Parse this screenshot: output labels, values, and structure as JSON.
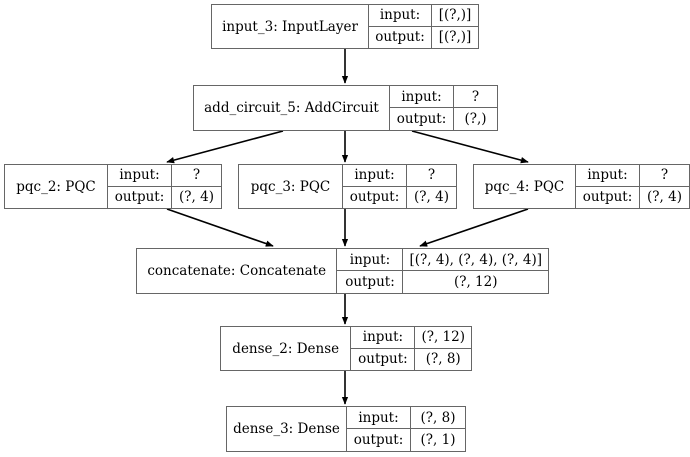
{
  "diagram": {
    "title": "Keras model architecture graph",
    "background_color": "#ffffff",
    "border_color": "#666666",
    "edge_color": "#000000",
    "io_labels": {
      "input": "input:",
      "output": "output:"
    },
    "nodes": [
      {
        "id": "input_3",
        "name": "input_3: InputLayer",
        "input": "[(?,)]",
        "output": "[(?,)]"
      },
      {
        "id": "add_circuit_5",
        "name": "add_circuit_5: AddCircuit",
        "input": "?",
        "output": "(?,)"
      },
      {
        "id": "pqc_2",
        "name": "pqc_2: PQC",
        "input": "?",
        "output": "(?, 4)"
      },
      {
        "id": "pqc_3",
        "name": "pqc_3: PQC",
        "input": "?",
        "output": "(?, 4)"
      },
      {
        "id": "pqc_4",
        "name": "pqc_4: PQC",
        "input": "?",
        "output": "(?, 4)"
      },
      {
        "id": "concatenate",
        "name": "concatenate: Concatenate",
        "input": "[(?, 4), (?, 4), (?, 4)]",
        "output": "(?, 12)"
      },
      {
        "id": "dense_2",
        "name": "dense_2: Dense",
        "input": "(?, 12)",
        "output": "(?, 8)"
      },
      {
        "id": "dense_3",
        "name": "dense_3: Dense",
        "input": "(?, 8)",
        "output": "(?, 1)"
      }
    ],
    "edges": [
      {
        "from": "input_3",
        "to": "add_circuit_5"
      },
      {
        "from": "add_circuit_5",
        "to": "pqc_2"
      },
      {
        "from": "add_circuit_5",
        "to": "pqc_3"
      },
      {
        "from": "add_circuit_5",
        "to": "pqc_4"
      },
      {
        "from": "pqc_2",
        "to": "concatenate"
      },
      {
        "from": "pqc_3",
        "to": "concatenate"
      },
      {
        "from": "pqc_4",
        "to": "concatenate"
      },
      {
        "from": "concatenate",
        "to": "dense_2"
      },
      {
        "from": "dense_2",
        "to": "dense_3"
      }
    ]
  }
}
